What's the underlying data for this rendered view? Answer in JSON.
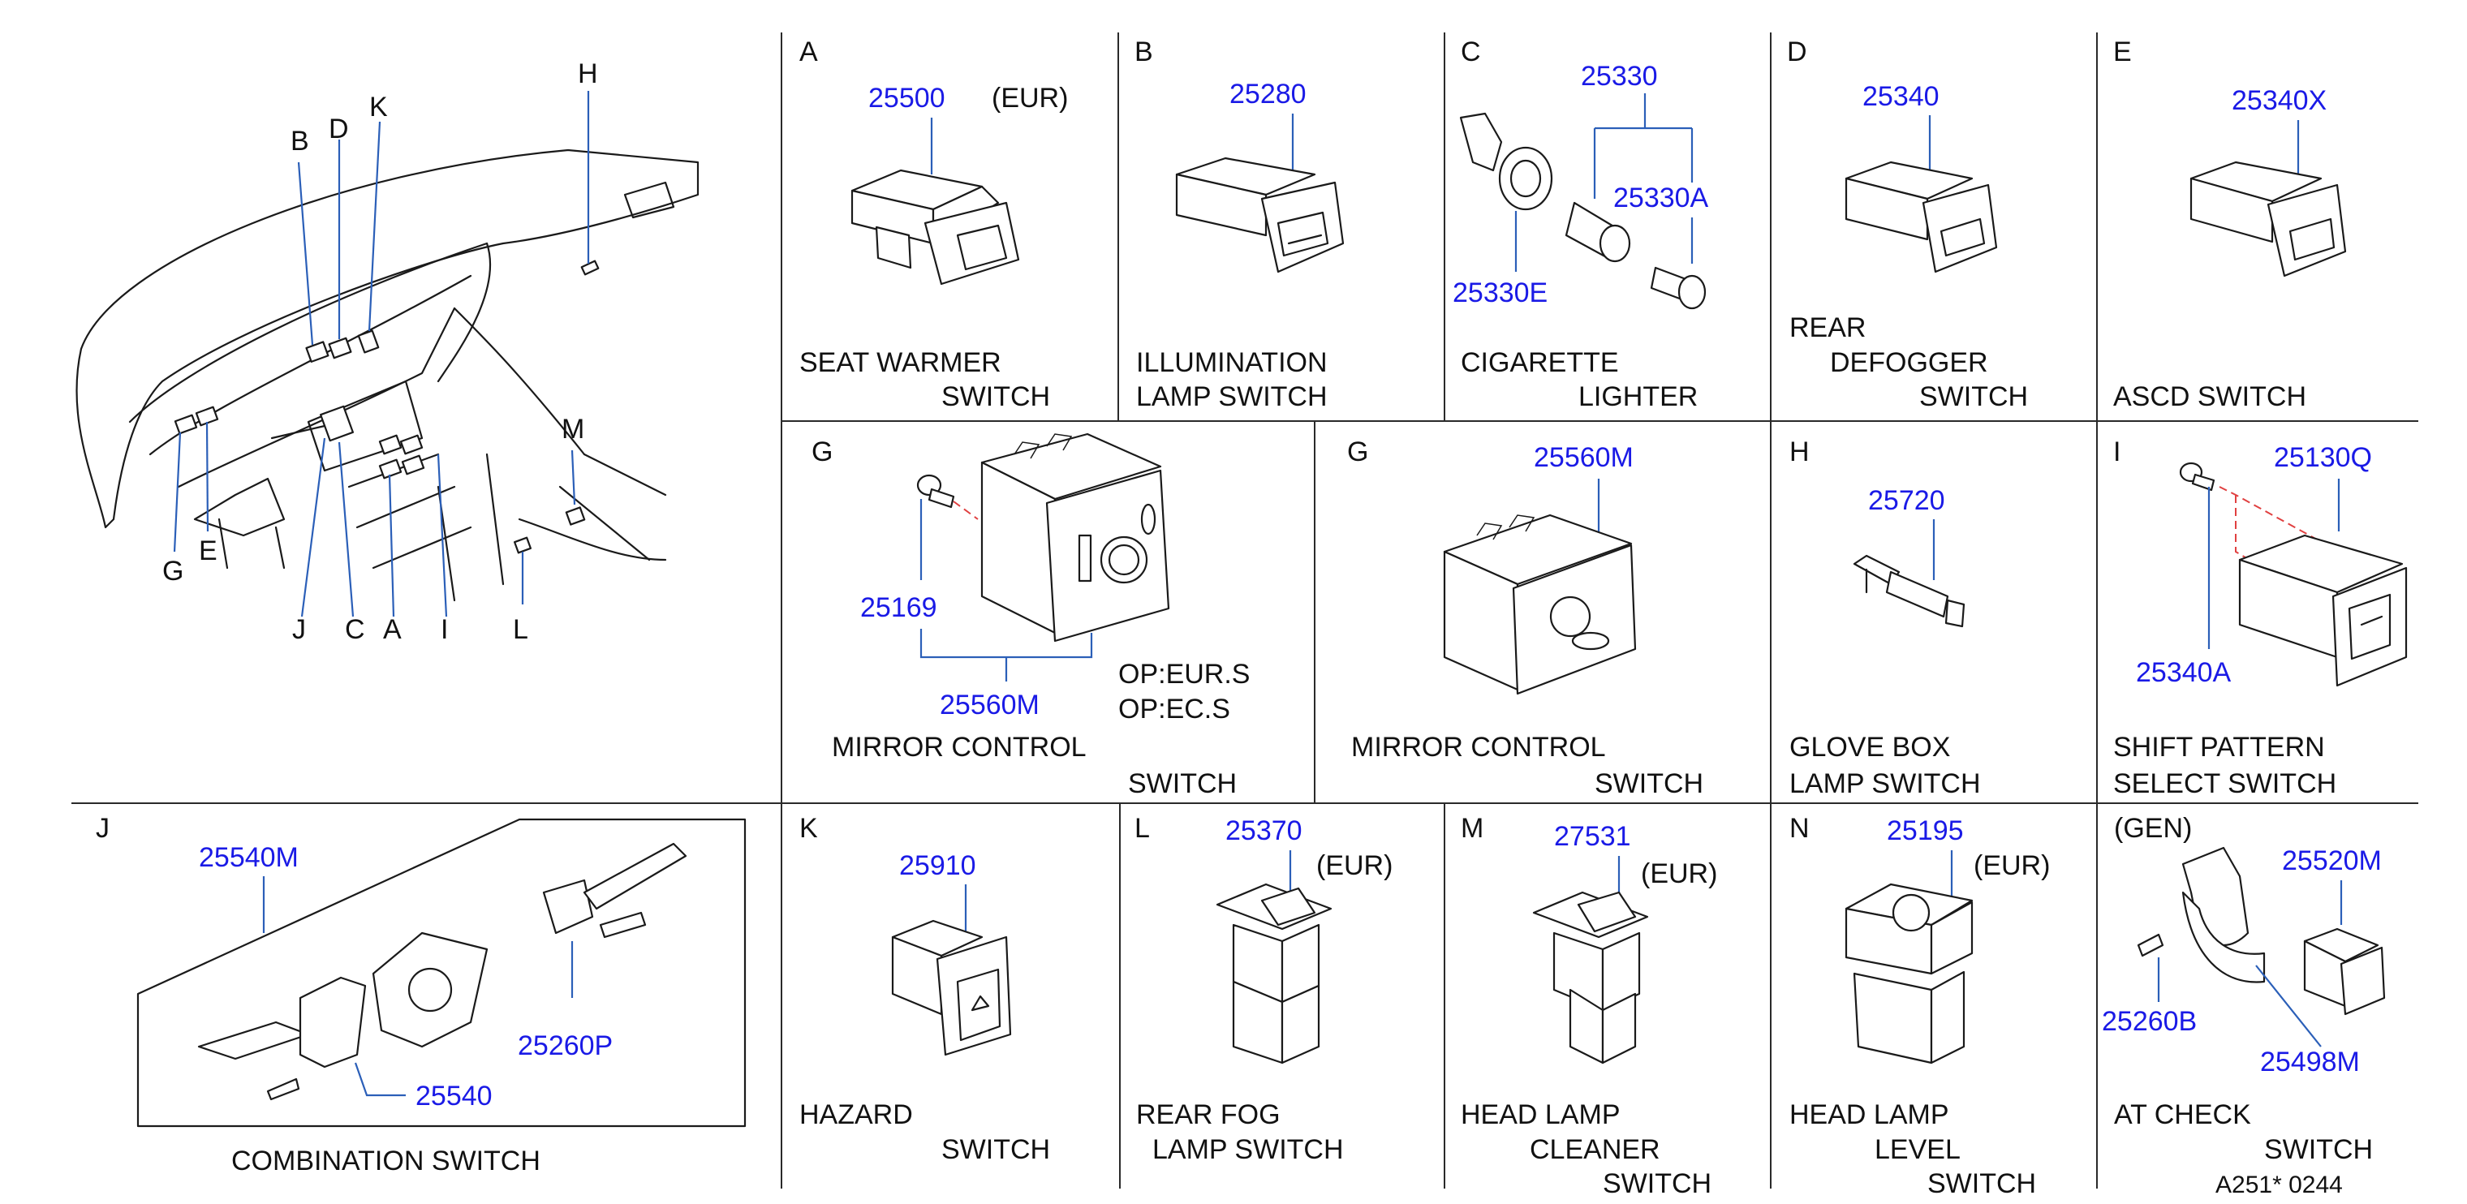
{
  "colors": {
    "part_number": "#1a1ae6",
    "leader": "#2b5fb8",
    "dashed": "#e04040",
    "line": "#1a1a1a"
  },
  "overview": {
    "letters": [
      "B",
      "D",
      "K",
      "H",
      "M",
      "G",
      "E",
      "J",
      "C",
      "A",
      "I",
      "L"
    ]
  },
  "panels": [
    {
      "id": "A",
      "letter": "A",
      "parts": [
        "25500"
      ],
      "note": "(EUR)",
      "caption": [
        "SEAT   WARMER",
        "SWITCH"
      ]
    },
    {
      "id": "B",
      "letter": "B",
      "parts": [
        "25280"
      ],
      "caption": [
        "ILLUMINATION",
        "LAMP   SWITCH"
      ]
    },
    {
      "id": "C",
      "letter": "C",
      "parts": [
        "25330",
        "25330A",
        "25330E"
      ],
      "caption": [
        "CIGARETTE",
        "LIGHTER"
      ]
    },
    {
      "id": "D",
      "letter": "D",
      "parts": [
        "25340"
      ],
      "caption": [
        "REAR",
        "DEFOGGER",
        "SWITCH"
      ]
    },
    {
      "id": "E",
      "letter": "E",
      "parts": [
        "25340X"
      ],
      "caption": [
        "ASCD   SWITCH"
      ]
    },
    {
      "id": "G1",
      "letter": "G",
      "parts": [
        "25169",
        "25560M"
      ],
      "notes": [
        "OP:EUR.S",
        "OP:EC.S"
      ],
      "caption": [
        "MIRROR    CONTROL",
        "SWITCH"
      ]
    },
    {
      "id": "G2",
      "letter": "G",
      "parts": [
        "25560M"
      ],
      "caption": [
        "MIRROR     CONTROL",
        "SWITCH"
      ]
    },
    {
      "id": "H",
      "letter": "H",
      "parts": [
        "25720"
      ],
      "caption": [
        "GLOVE    BOX",
        "LAMP   SWITCH"
      ]
    },
    {
      "id": "I",
      "letter": "I",
      "parts": [
        "25130Q",
        "25340A"
      ],
      "caption": [
        "SHIFT    PATTERN",
        "SELECT   SWITCH"
      ]
    },
    {
      "id": "J",
      "letter": "J",
      "parts": [
        "25540M",
        "25260P",
        "25540"
      ],
      "caption": [
        "COMBINATION   SWITCH"
      ]
    },
    {
      "id": "K",
      "letter": "K",
      "parts": [
        "25910"
      ],
      "caption": [
        "HAZARD",
        "SWITCH"
      ]
    },
    {
      "id": "L",
      "letter": "L",
      "parts": [
        "25370"
      ],
      "note": "(EUR)",
      "caption": [
        "REAR   FOG",
        "LAMP   SWITCH"
      ]
    },
    {
      "id": "M",
      "letter": "M",
      "parts": [
        "27531"
      ],
      "note": "(EUR)",
      "caption": [
        "HEAD   LAMP",
        "CLEANER",
        "SWITCH"
      ]
    },
    {
      "id": "N",
      "letter": "N",
      "parts": [
        "25195"
      ],
      "note": "(EUR)",
      "caption": [
        "HEAD   LAMP",
        "LEVEL",
        "SWITCH"
      ]
    },
    {
      "id": "GEN",
      "letter": "(GEN)",
      "parts": [
        "25520M",
        "25260B",
        "25498M"
      ],
      "caption": [
        "AT    CHECK",
        "SWITCH"
      ]
    }
  ],
  "footer": "A251*  0244"
}
